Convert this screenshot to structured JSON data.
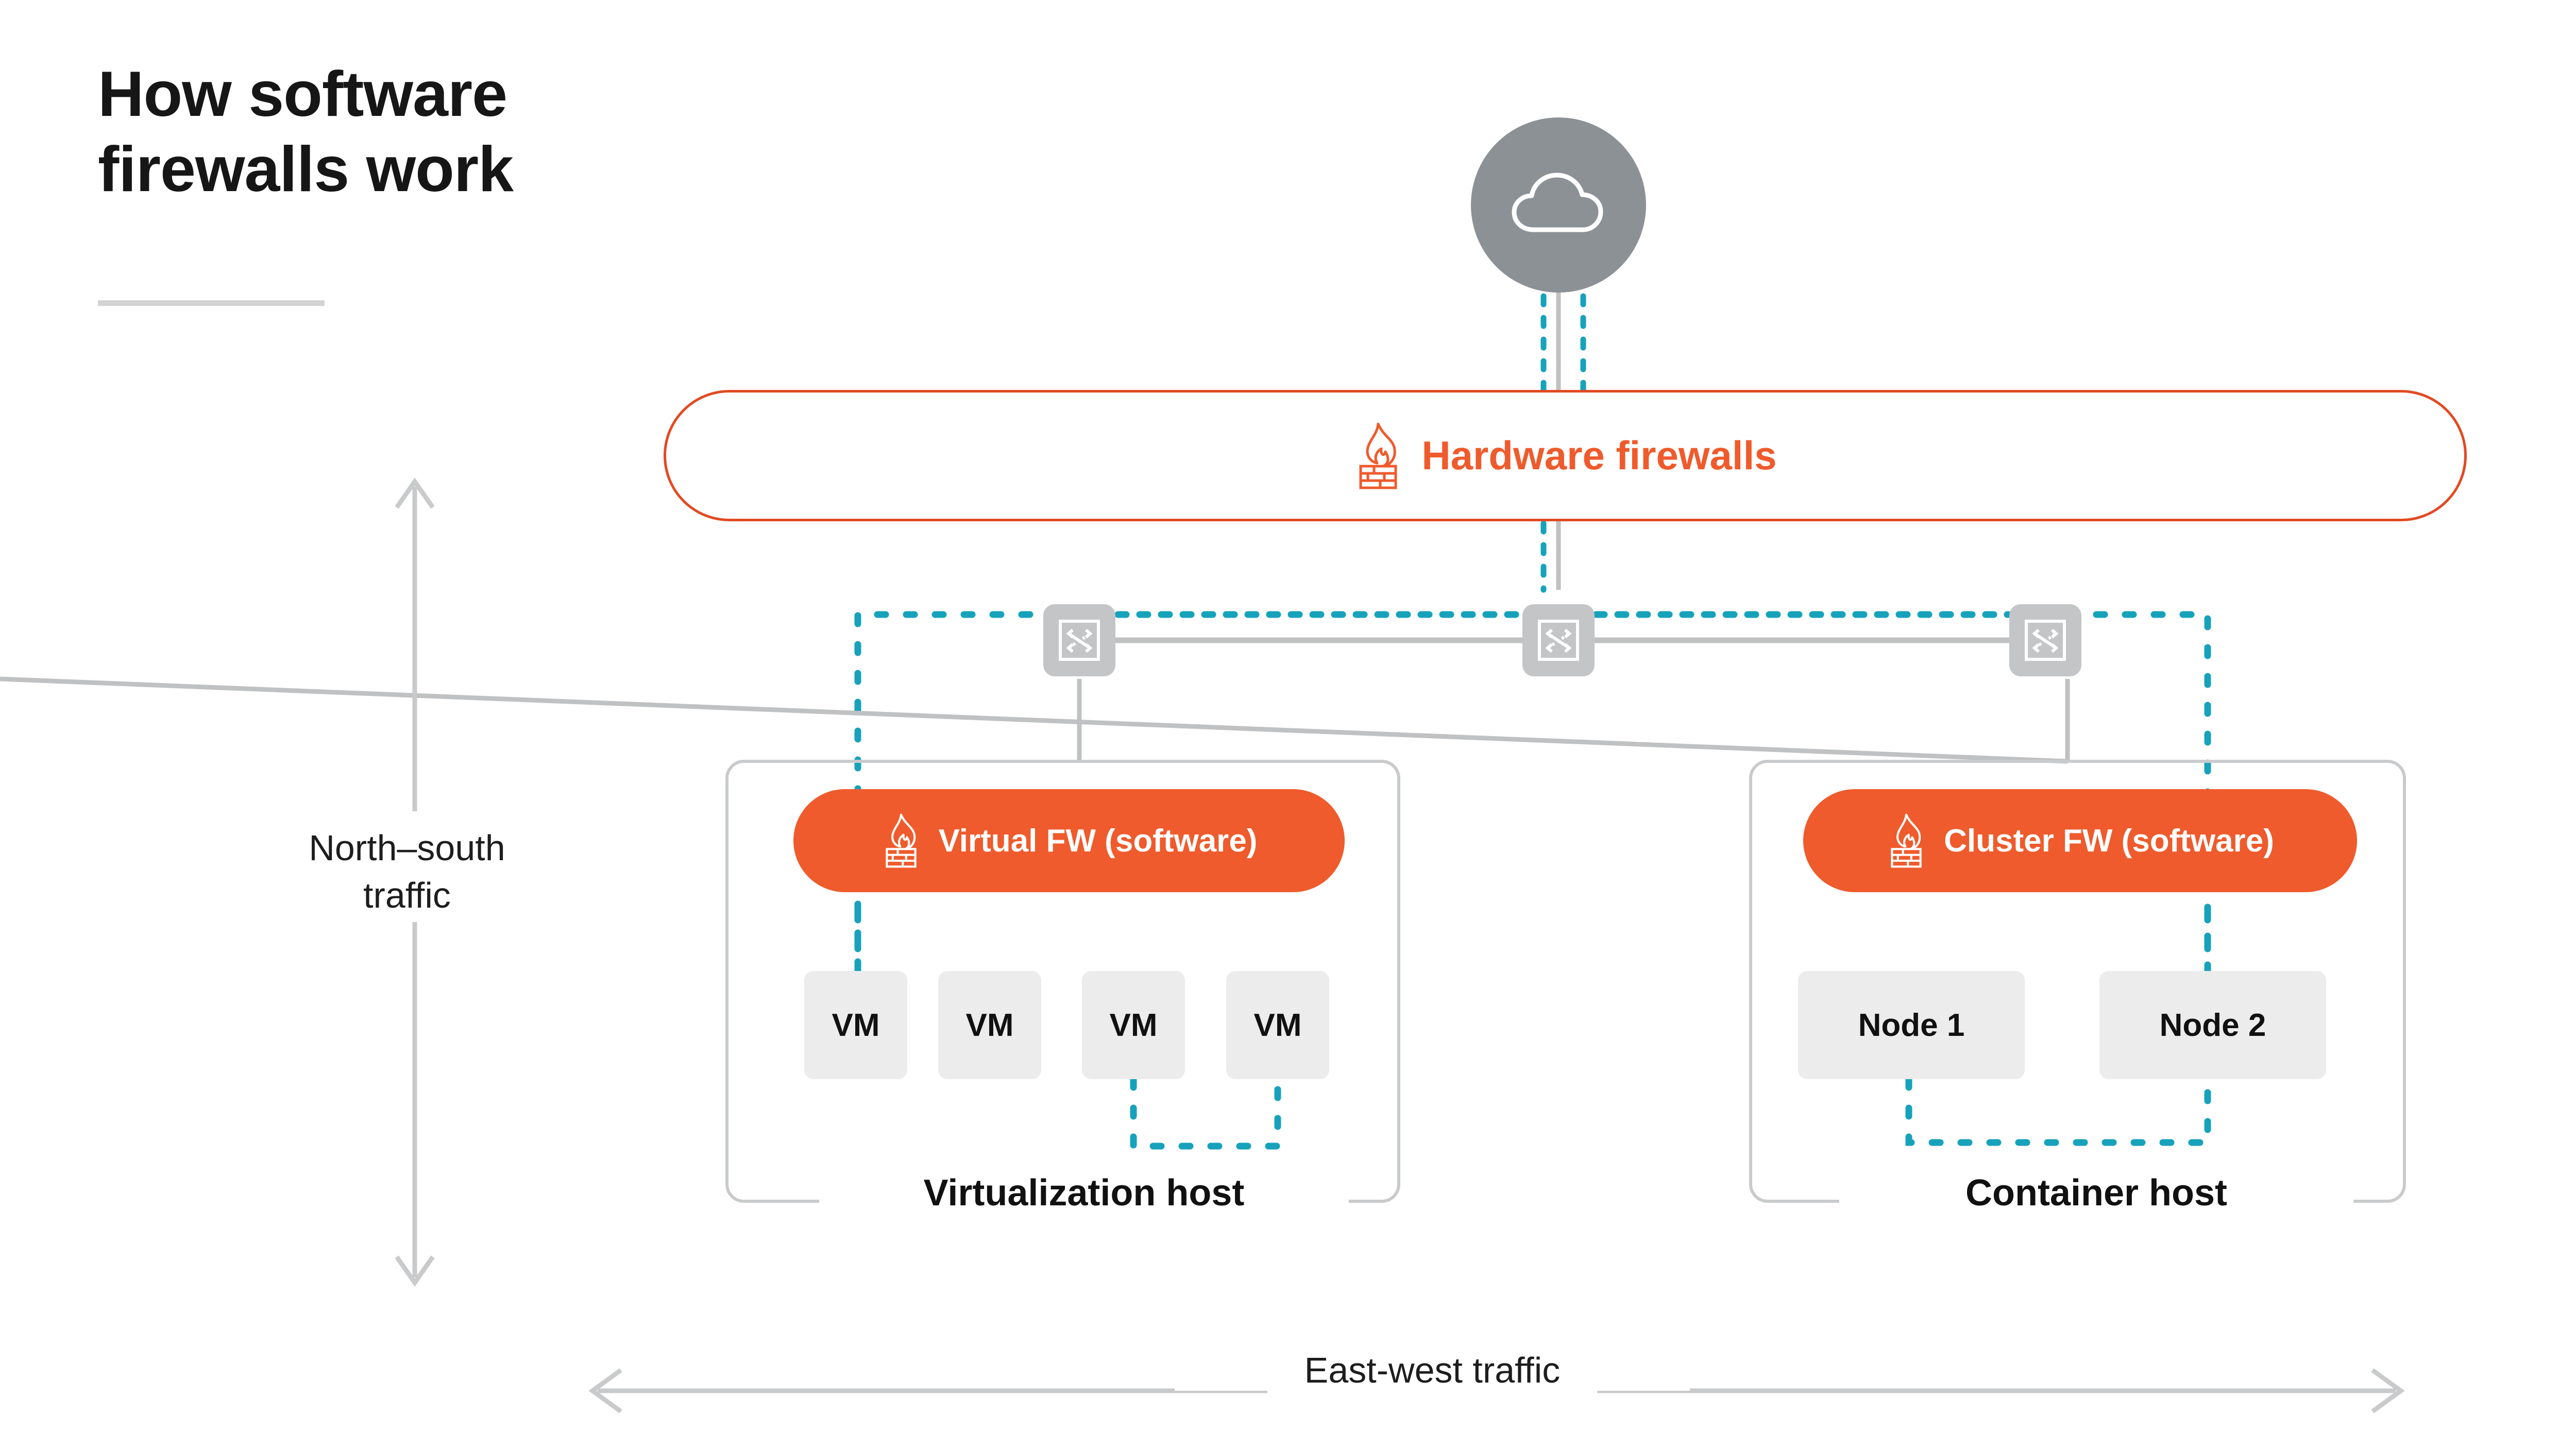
{
  "title": {
    "line1": "How software",
    "line2": "firewalls work"
  },
  "colors": {
    "orange": "#ef5b2c",
    "orange_border": "#e24a22",
    "cyan_dotted": "#17a2bc",
    "gray_line": "#c0c1c2",
    "gray_node": "#c3c5c7",
    "cloud_gray": "#8c9196",
    "chip_gray": "#ececec",
    "host_border": "#c9cacb",
    "text_dark": "#161616",
    "underline_gray": "#d3d3d3"
  },
  "cloud": {
    "icon": "cloud-icon",
    "label": ""
  },
  "hardware_firewall": {
    "label": "Hardware firewalls",
    "icon": "firewall-flame-icon"
  },
  "switches": [
    {
      "name": "switch-left",
      "icon": "network-switch-icon"
    },
    {
      "name": "switch-center",
      "icon": "network-switch-icon"
    },
    {
      "name": "switch-right",
      "icon": "network-switch-icon"
    }
  ],
  "hosts": [
    {
      "id": "virtualization-host",
      "label": "Virtualization host",
      "firewall": {
        "label": "Virtual FW (software)",
        "icon": "firewall-flame-icon"
      },
      "children": [
        {
          "label": "VM"
        },
        {
          "label": "VM"
        },
        {
          "label": "VM"
        },
        {
          "label": "VM"
        }
      ]
    },
    {
      "id": "container-host",
      "label": "Container host",
      "firewall": {
        "label": "Cluster FW (software)",
        "icon": "firewall-flame-icon"
      },
      "children": [
        {
          "label": "Node 1"
        },
        {
          "label": "Node 2"
        }
      ]
    }
  ],
  "axes": {
    "north_south": {
      "line1": "North–south",
      "line2": "traffic"
    },
    "east_west": {
      "label": "East-west traffic"
    }
  }
}
